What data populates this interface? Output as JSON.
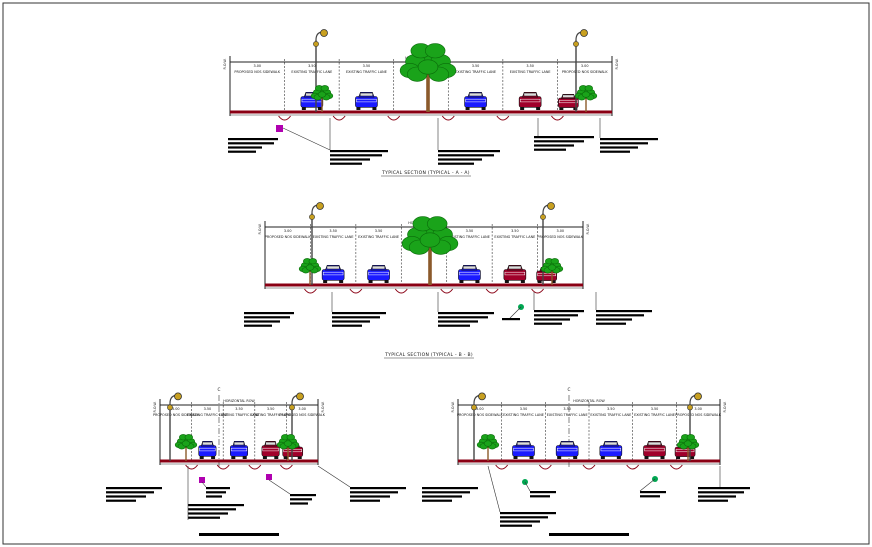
{
  "drawing": {
    "sections": [
      {
        "caption": "TYPICAL SECTION (TYPICAL - A - A)",
        "row_label": "HORIZONTAL ROW",
        "lanes": [
          {
            "dim": "3.00",
            "label": "PROPOSED NOS SIDEWALK"
          },
          {
            "dim": "3.50",
            "label": "EXISTING TRAFFIC LANE"
          },
          {
            "dim": "3.50",
            "label": "EXISTING TRAFFIC LANE"
          },
          {
            "dim": "3.00",
            "label": "MEDIAN"
          },
          {
            "dim": "3.50",
            "label": "EXISTING TRAFFIC LANE"
          },
          {
            "dim": "3.50",
            "label": "EXISTING TRAFFIC LANE"
          },
          {
            "dim": "3.00",
            "label": "PROPOSED NOS SIDEWALK"
          }
        ],
        "cars": [
          "blue",
          "blue",
          "blue",
          "red",
          "red",
          "red-sedan"
        ]
      },
      {
        "caption": "TYPICAL SECTION (TYPICAL - B - B)",
        "row_label": "HORIZONTAL ROW",
        "lanes": [
          {
            "dim": "3.00",
            "label": "PROPOSED NOS SIDEWALK"
          },
          {
            "dim": "3.50",
            "label": "EXISTING TRAFFIC LANE"
          },
          {
            "dim": "3.50",
            "label": "EXISTING TRAFFIC LANE"
          },
          {
            "dim": "3.00",
            "label": "MEDIAN"
          },
          {
            "dim": "3.50",
            "label": "EXISTING TRAFFIC LANE"
          },
          {
            "dim": "3.50",
            "label": "EXISTING TRAFFIC LANE"
          },
          {
            "dim": "3.00",
            "label": "PROPOSED NOS SIDEWALK"
          }
        ],
        "cars": [
          "blue",
          "blue",
          "blue",
          "red",
          "red",
          "red"
        ]
      },
      {
        "caption": "",
        "row_label": "HORIZONTAL ROW",
        "lanes": [
          {
            "dim": "3.00",
            "label": "PROPOSED NOS SIDEWALK"
          },
          {
            "dim": "3.50",
            "label": "EXISTING TRAFFIC LANE"
          },
          {
            "dim": "3.50",
            "label": "EXISTING TRAFFIC LANE"
          },
          {
            "dim": "3.50",
            "label": "EXISTING TRAFFIC LANE"
          },
          {
            "dim": "3.00",
            "label": "PROPOSED NOS SIDEWALK"
          }
        ],
        "cars": [
          "blue",
          "blue",
          "red",
          "red"
        ]
      },
      {
        "caption": "",
        "row_label": "HORIZONTAL ROW",
        "lanes": [
          {
            "dim": "3.00",
            "label": "PROPOSED NOS SIDEWALK"
          },
          {
            "dim": "3.50",
            "label": "EXISTING TRAFFIC LANE"
          },
          {
            "dim": "3.50",
            "label": "EXISTING TRAFFIC LANE"
          },
          {
            "dim": "3.50",
            "label": "EXISTING TRAFFIC LANE"
          },
          {
            "dim": "3.50",
            "label": "EXISTING TRAFFIC LANE"
          },
          {
            "dim": "3.00",
            "label": "PROPOSED NOS SIDEWALK"
          }
        ],
        "cars": [
          "blue",
          "blue",
          "blue",
          "red",
          "red",
          "red"
        ]
      }
    ],
    "row_mark": "R.O.W.",
    "centerline_mark": "C",
    "colors": {
      "car_blue": "#1a1aff",
      "car_red": "#a0002a",
      "curb": "#8a0014",
      "tree_green": "#1aa31a",
      "trunk": "#8b5a2b",
      "marker_magenta": "#b000b0",
      "marker_green": "#00a651"
    }
  }
}
